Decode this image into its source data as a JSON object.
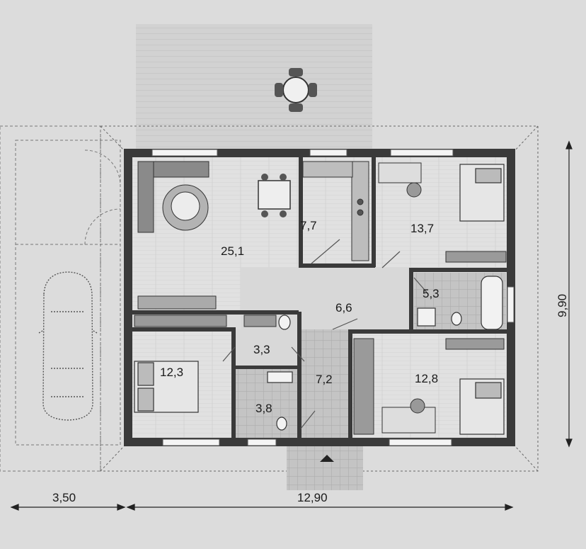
{
  "rooms": {
    "living": "25,1",
    "kitchen": "7,7",
    "bedroom_ne": "13,7",
    "bathroom": "5,3",
    "hall": "6,6",
    "bedroom_w": "12,3",
    "closet": "3,3",
    "wc": "3,8",
    "entry": "7,2",
    "bedroom_se": "12,8"
  },
  "dimensions": {
    "carport_width": "3,50",
    "house_width": "12,90",
    "house_depth": "9,90"
  },
  "colors": {
    "wall": "#3a3a3a",
    "floor_living": "#e2e2e2",
    "floor_tile": "#bdbdbd",
    "terrace": "#cfcfcf",
    "background": "#dcdcdc",
    "dim_line": "#222222"
  }
}
